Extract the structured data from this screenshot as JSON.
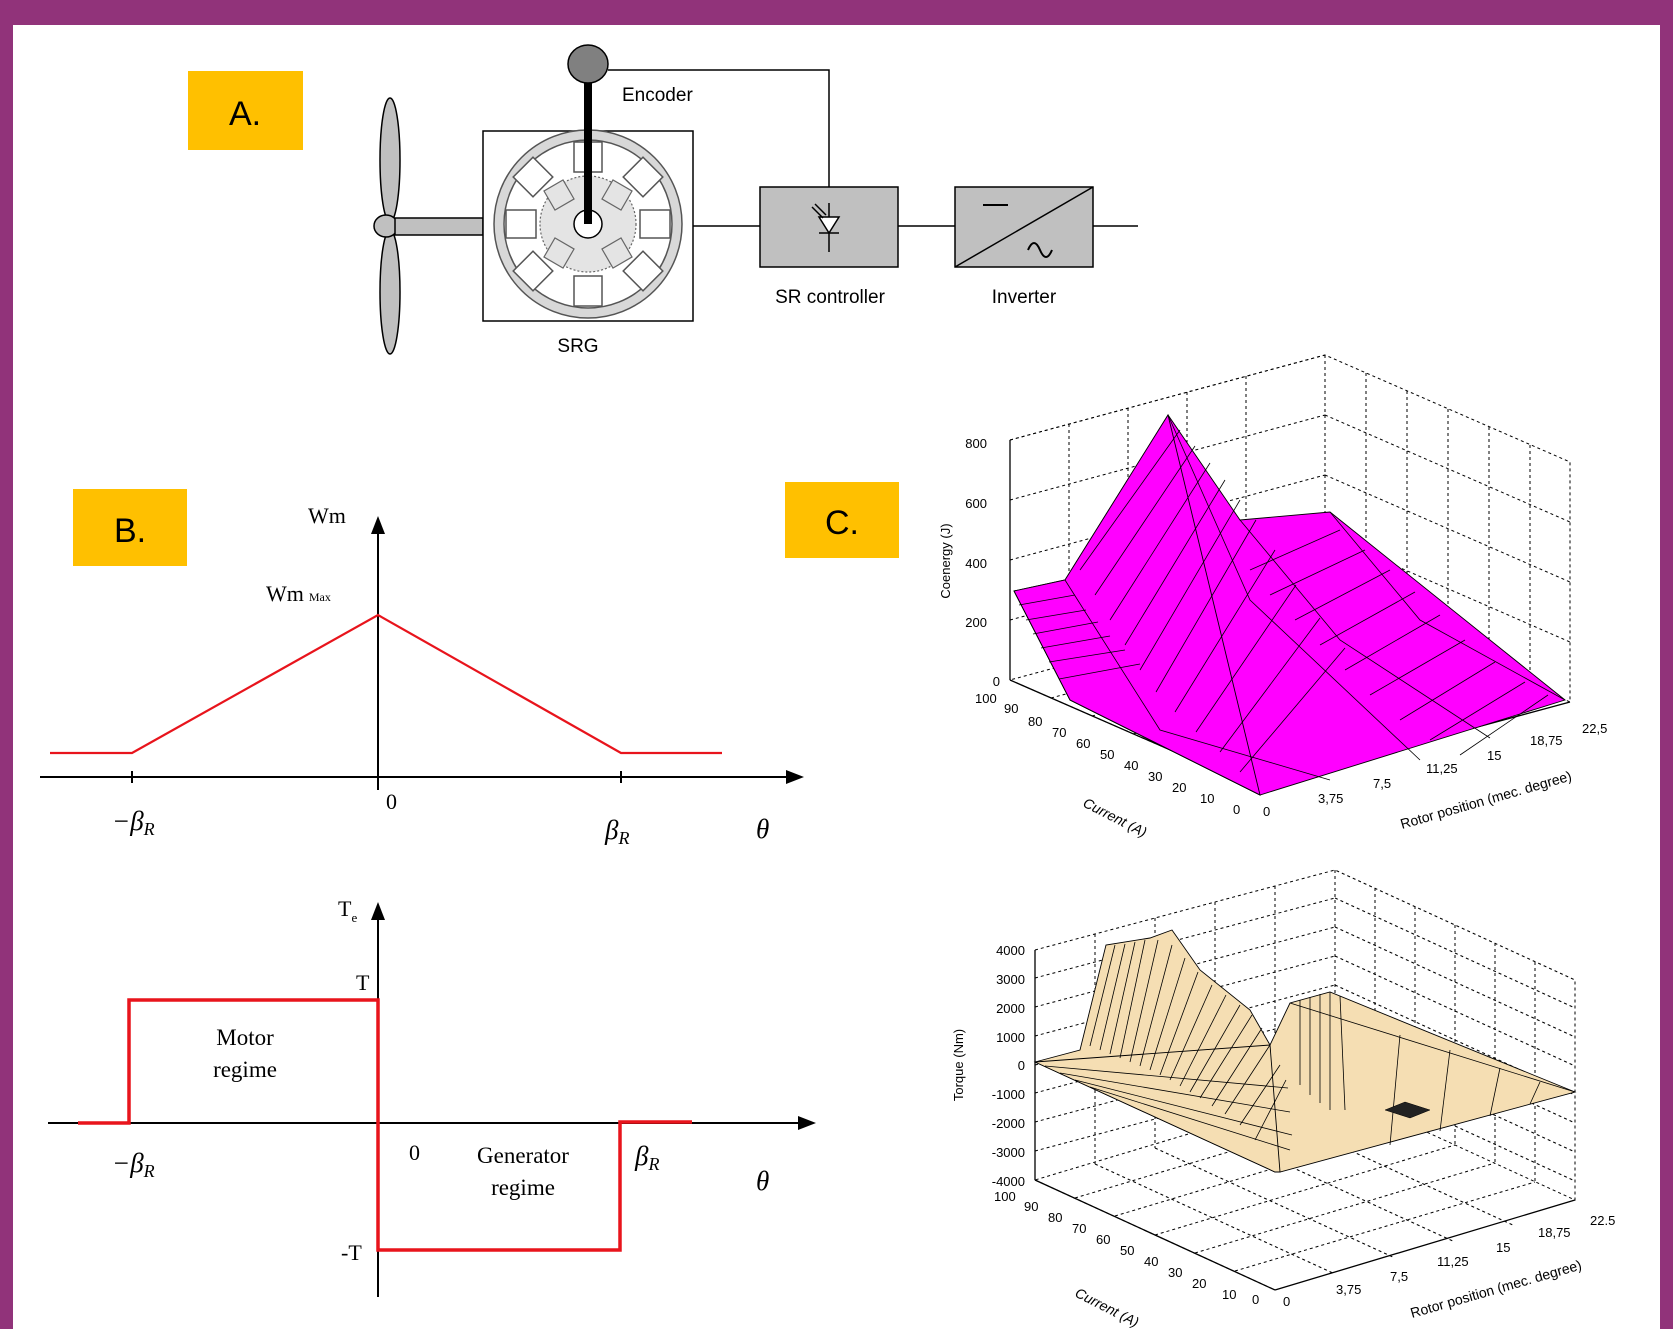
{
  "colors": {
    "frame": "#91337A",
    "label_box": "#FFC000",
    "curve": "#E8141C",
    "magenta_surface": "#FF00FF",
    "tan_surface": "#F5DEB3",
    "block_fill": "#C0C0C0"
  },
  "panel_a": {
    "label": "A.",
    "encoder": "Encoder",
    "srg": "SRG",
    "sr_controller": "SR controller",
    "inverter": "Inverter"
  },
  "panel_b": {
    "label": "B.",
    "wm_axis": "Wm",
    "wm_max": "Wm",
    "wm_max_sub": "Max",
    "origin": "0",
    "neg_beta": "−β",
    "pos_beta": "β",
    "beta_sub": "R",
    "theta": "θ",
    "te_axis": "T",
    "te_sub": "e",
    "t_level": "T",
    "neg_t_level": "-T",
    "motor_line1": "Motor",
    "motor_line2": "regime",
    "generator_line1": "Generator",
    "generator_line2": "regime",
    "origin2": "0"
  },
  "panel_c": {
    "label": "C.",
    "coenergy_plot": {
      "ylabel": "Coenergy (J)",
      "z_ticks": [
        "0",
        "200",
        "400",
        "600",
        "800"
      ],
      "current_label": "Current (A)",
      "current_ticks": [
        "100",
        "90",
        "80",
        "70",
        "60",
        "50",
        "40",
        "30",
        "20",
        "10",
        "0"
      ],
      "rotor_label": "Rotor position (mec. degree)",
      "rotor_ticks": [
        "0",
        "3,75",
        "7,5",
        "11,25",
        "15",
        "18,75",
        "22,5"
      ]
    },
    "torque_plot": {
      "ylabel": "Torque (Nm)",
      "z_ticks": [
        "4000",
        "3000",
        "2000",
        "1000",
        "0",
        "-1000",
        "-2000",
        "-3000",
        "-4000"
      ],
      "current_label": "Current (A)",
      "current_ticks": [
        "100",
        "90",
        "80",
        "70",
        "60",
        "50",
        "40",
        "30",
        "20",
        "10",
        "0"
      ],
      "rotor_label": "Rotor position (mec. degree)",
      "rotor_ticks": [
        "0",
        "3,75",
        "7,5",
        "11,25",
        "15",
        "18,75",
        "22.5"
      ]
    }
  }
}
